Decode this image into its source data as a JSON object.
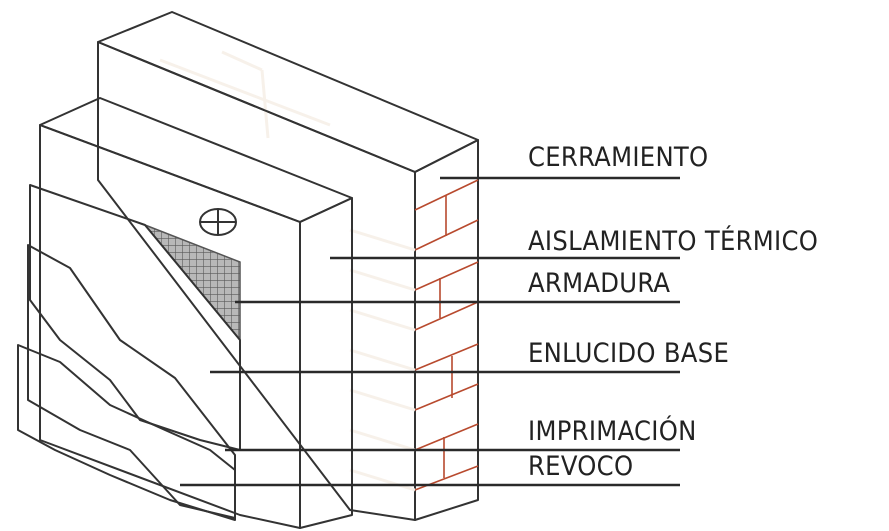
{
  "diagram": {
    "labels": {
      "cerramiento": "CERRAMIENTO",
      "aislamiento": "AISLAMIENTO TÉRMICO",
      "armadura": "ARMADURA",
      "enlucido": "ENLUCIDO BASE",
      "imprimacion": "IMPRIMACIÓN",
      "revoco": "REVOCO"
    },
    "colors": {
      "brick_face": "#f0a07e",
      "brick_side": "#e8784f",
      "brick_top": "#f3b48f",
      "insulation": "#dcdcdc",
      "insulation_side": "#c9c9c9",
      "mesh": "#8a8a8a",
      "base_coat": "#f7f7f7",
      "primer": "#f3e39a",
      "render": "#f2f2f2"
    }
  }
}
